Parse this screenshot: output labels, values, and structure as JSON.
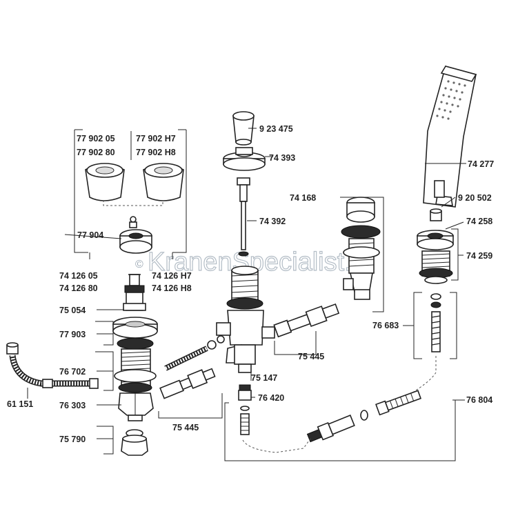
{
  "watermark": {
    "text": "KranenSpecialist.nl",
    "symbol": "©"
  },
  "parts": {
    "p_77902_05": "77 902 05",
    "p_77902_80": "77 902 80",
    "p_77902_H7": "77 902 H7",
    "p_77902_H8": "77 902 H8",
    "p_77904": "77 904",
    "p_74126_05": "74 126 05",
    "p_74126_80": "74 126 80",
    "p_74126_H7": "74 126 H7",
    "p_74126_H8": "74 126 H8",
    "p_75054": "75 054",
    "p_77903": "77 903",
    "p_76702": "76 702",
    "p_61151": "61 151",
    "p_76303": "76 303",
    "p_75790": "75 790",
    "p_75445_left": "75 445",
    "p_923475": "9 23 475",
    "p_74393": "74 393",
    "p_74392": "74 392",
    "p_75147": "75 147",
    "p_76420": "76 420",
    "p_74168": "74 168",
    "p_75445_right": "75 445",
    "p_74277": "74 277",
    "p_920502": "9 20 502",
    "p_74258": "74 258",
    "p_74259": "74 259",
    "p_76683": "76 683",
    "p_76804": "76 804"
  },
  "colors": {
    "line": "#222222",
    "watermark": "#9aa7b3"
  }
}
